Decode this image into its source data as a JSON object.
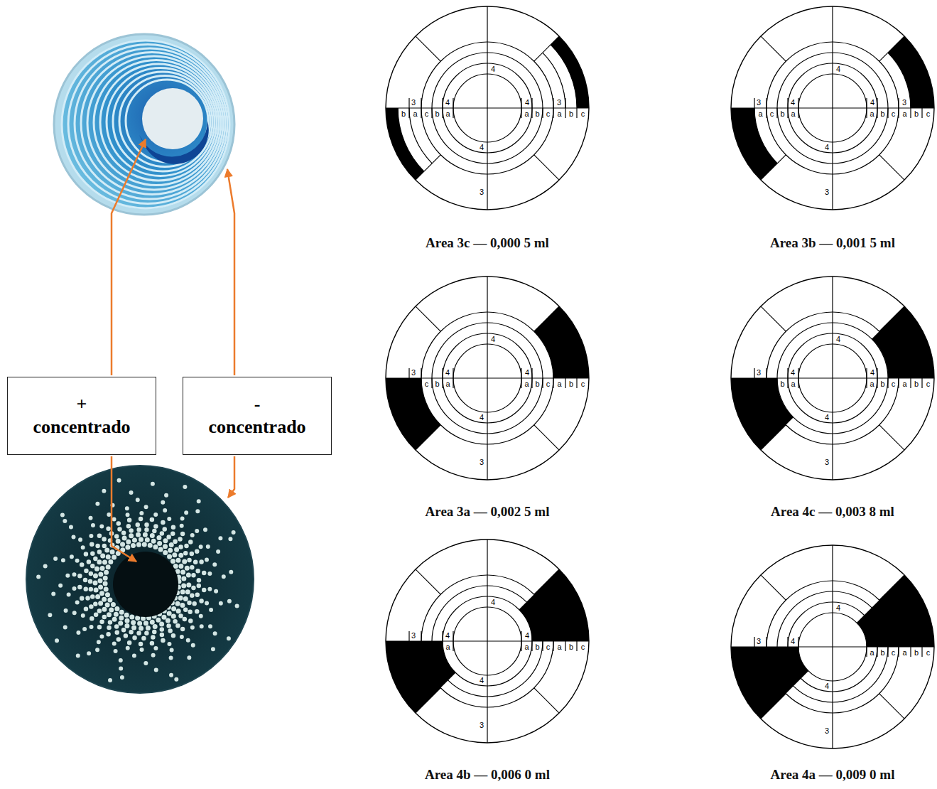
{
  "diagram": {
    "nodes": [
      {
        "text": [
          "+ concentrado"
        ]
      },
      {
        "text": [
          "- concentrado"
        ]
      }
    ],
    "labels": [
      "4",
      "3",
      "4",
      "4",
      "3",
      "b",
      "a",
      "c",
      "b",
      "a",
      "a",
      "b",
      "c",
      "a",
      "b",
      "c",
      "4",
      "3",
      "Area 3c — 0,000 5 ml",
      "4",
      "3",
      "4",
      "4",
      "3",
      "a",
      "c",
      "b",
      "a",
      "a",
      "b",
      "c",
      "a",
      "b",
      "c",
      "4",
      "3",
      "Area 3b — 0,001 5 ml",
      "4",
      "3",
      "4",
      "4",
      "c",
      "b",
      "a",
      "a",
      "b",
      "c",
      "a",
      "b",
      "c",
      "4",
      "3",
      "Area 3a — 0,002 5 ml",
      "4",
      "3",
      "4",
      "4",
      "b",
      "a",
      "a",
      "b",
      "c",
      "a",
      "b",
      "c",
      "4",
      "3",
      "Area 4c — 0,003 8 ml",
      "4",
      "3",
      "4",
      "4",
      "a",
      "a",
      "b",
      "c",
      "a",
      "b",
      "c",
      "4",
      "3",
      "Area 4b — 0,006 0 ml",
      "4",
      "3",
      "4",
      "a",
      "b",
      "c",
      "a",
      "b",
      "c",
      "4",
      "3",
      "Area 4a — 0,009 0 ml"
    ]
  }
}
